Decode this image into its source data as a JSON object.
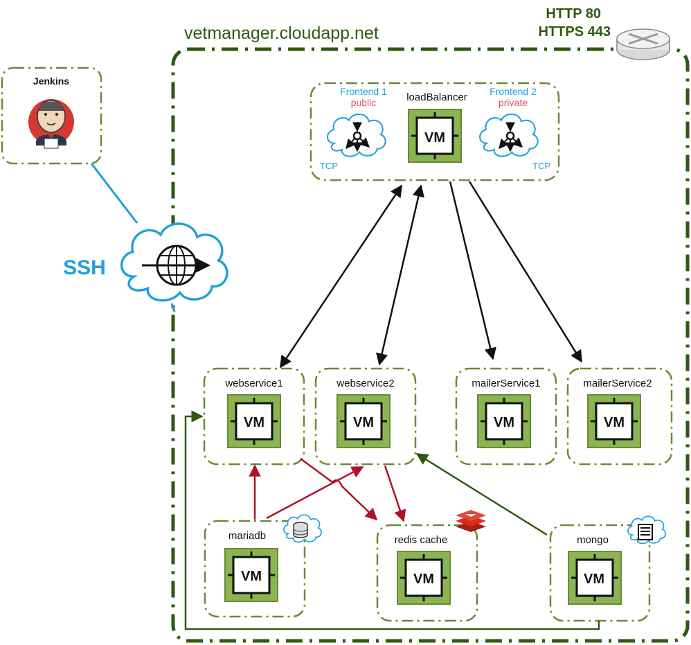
{
  "domain_title": "vetmanager.cloudapp.net",
  "ports": {
    "http": "HTTP 80",
    "https": "HTTPS 443"
  },
  "jenkins": {
    "label": "Jenkins",
    "icon": "jenkins-butler-icon"
  },
  "ssh": {
    "label": "SSH",
    "icon": "internet-globe-cloud-icon"
  },
  "load_balancer": {
    "label": "loadBalancer",
    "vm_label": "VM",
    "frontend1": {
      "name": "Frontend 1",
      "visibility": "public",
      "protocol": "TCP"
    },
    "frontend2": {
      "name": "Frontend 2",
      "visibility": "private",
      "protocol": "TCP"
    }
  },
  "services": [
    {
      "id": "webservice1",
      "label": "webservice1",
      "vm": "VM"
    },
    {
      "id": "webservice2",
      "label": "webservice2",
      "vm": "VM"
    },
    {
      "id": "mailerService1",
      "label": "mailerService1",
      "vm": "VM"
    },
    {
      "id": "mailerService2",
      "label": "mailerService2",
      "vm": "VM"
    }
  ],
  "datastores": [
    {
      "id": "mariadb",
      "label": "mariadb",
      "vm": "VM",
      "icon": "database-cylinder-icon"
    },
    {
      "id": "redis",
      "label": "redis cache",
      "vm": "VM",
      "icon": "redis-logo-icon"
    },
    {
      "id": "mongo",
      "label": "mongo",
      "vm": "VM",
      "icon": "document-store-icon"
    }
  ],
  "colors": {
    "green_border": "#2d5a0f",
    "box_border": "#6b8a32",
    "vm_fill": "#8cb454",
    "cyan": "#1ea0d8",
    "red_arrow": "#b0102a",
    "private_pink": "#e0506a",
    "black": "#111111"
  }
}
